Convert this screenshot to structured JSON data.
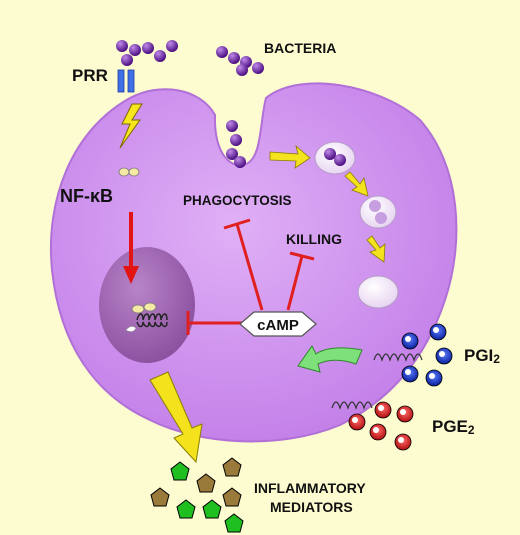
{
  "labels": {
    "bacteria": "BACTERIA",
    "prr": "PRR",
    "nfkb": "NF-κB",
    "phagocytosis": "PHAGOCYTOSIS",
    "killing": "KILLING",
    "camp": "cAMP",
    "pgi2_base": "PGI",
    "pgi2_sub": "2",
    "pge2_base": "PGE",
    "pge2_sub": "2",
    "inflammatory": "INFLAMMATORY",
    "mediators": "MEDIATORS"
  },
  "colors": {
    "background": "#fdfbd0",
    "cell": "#cf8ff0",
    "nucleus": "#a46ab8",
    "bacteria": "#6b1fa3",
    "receptor": "#3f6fe6",
    "inhibition": "#e02020",
    "activation_arrow": "#e21414",
    "path_arrow": "#f4e21c",
    "camp_signal_arrow": "#7ee07a",
    "pgi2_ligand": "#1430c8",
    "pge2_ligand": "#e02a2a",
    "mediator_green": "#1fbf1f",
    "mediator_brown": "#9a7a3a"
  },
  "icons": {
    "signal": "lightning-bolt-icon",
    "dna": "dna-coil-icon"
  }
}
